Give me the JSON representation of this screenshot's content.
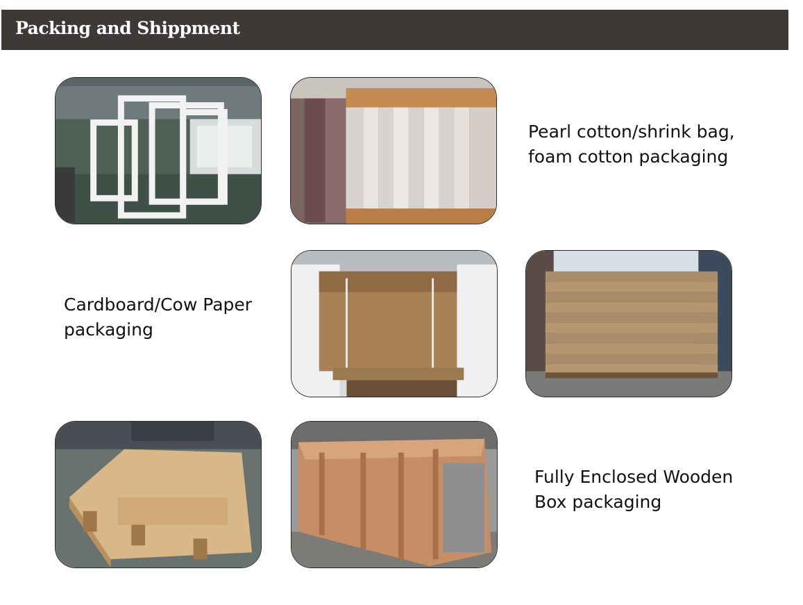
{
  "header": {
    "title": "Packing and Shippment",
    "background_color": "#3e3837",
    "text_color": "#ffffff"
  },
  "captions": {
    "pearl_cotton": {
      "line1": "Pearl cotton/shrink bag,",
      "line2": "foam cotton packaging"
    },
    "cardboard": {
      "line1": "Cardboard/Cow Paper",
      "line2": "packaging"
    },
    "wooden_box": {
      "line1": "Fully Enclosed Wooden",
      "line2": "Box packaging"
    }
  },
  "photos": [
    "white-wrapped-frames-photo",
    "shrink-wrapped-window-stack-photo",
    "cardboard-box-on-pallet-photo",
    "cardboard-stack-photo",
    "plywood-crate-photo",
    "wooden-box-photo"
  ]
}
